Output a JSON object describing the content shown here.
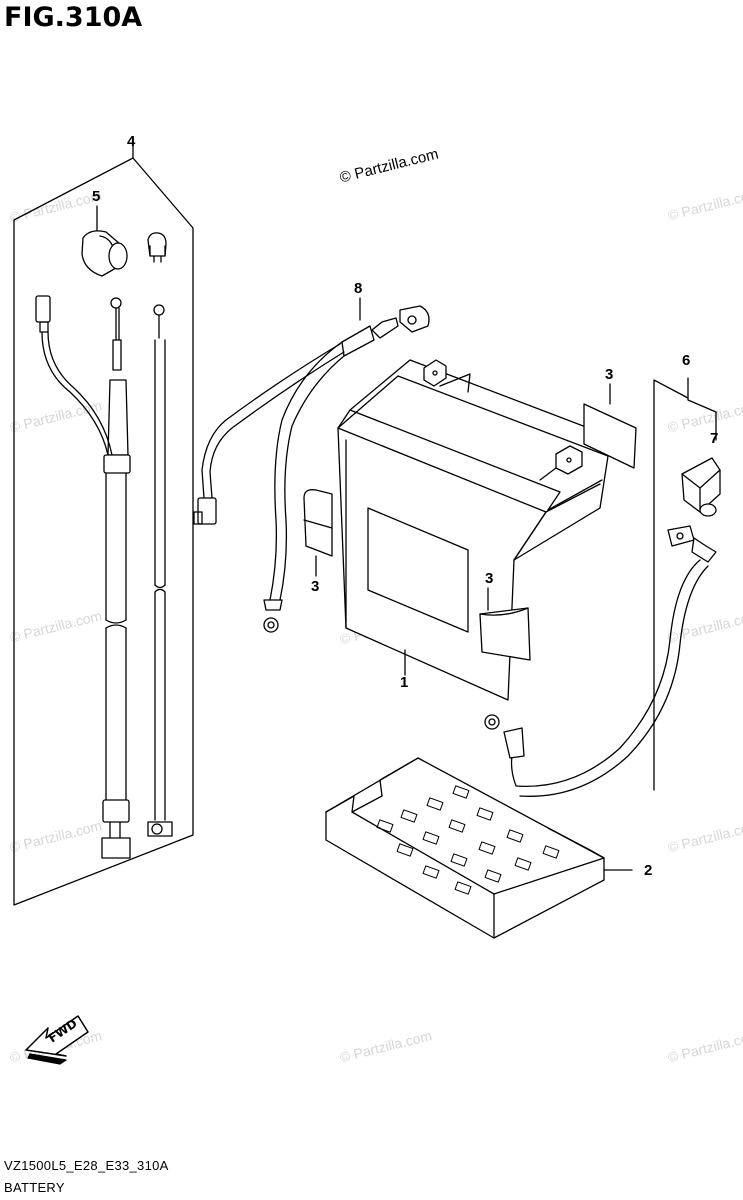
{
  "figure": {
    "title": "FIG.310A",
    "copyright": "© Partzilla.com",
    "watermark": "© Partzilla.com",
    "model_code": "VZ1500L5_E28_E33_310A",
    "caption": "BATTERY"
  },
  "callouts": [
    {
      "id": "c4",
      "label": "4"
    },
    {
      "id": "c5",
      "label": "5"
    },
    {
      "id": "c8",
      "label": "8"
    },
    {
      "id": "c3a",
      "label": "3"
    },
    {
      "id": "c6",
      "label": "6"
    },
    {
      "id": "c7",
      "label": "7"
    },
    {
      "id": "c3b",
      "label": "3"
    },
    {
      "id": "c3c",
      "label": "3"
    },
    {
      "id": "c1",
      "label": "1"
    },
    {
      "id": "c2",
      "label": "2"
    }
  ],
  "direction_arrow": "FWD"
}
